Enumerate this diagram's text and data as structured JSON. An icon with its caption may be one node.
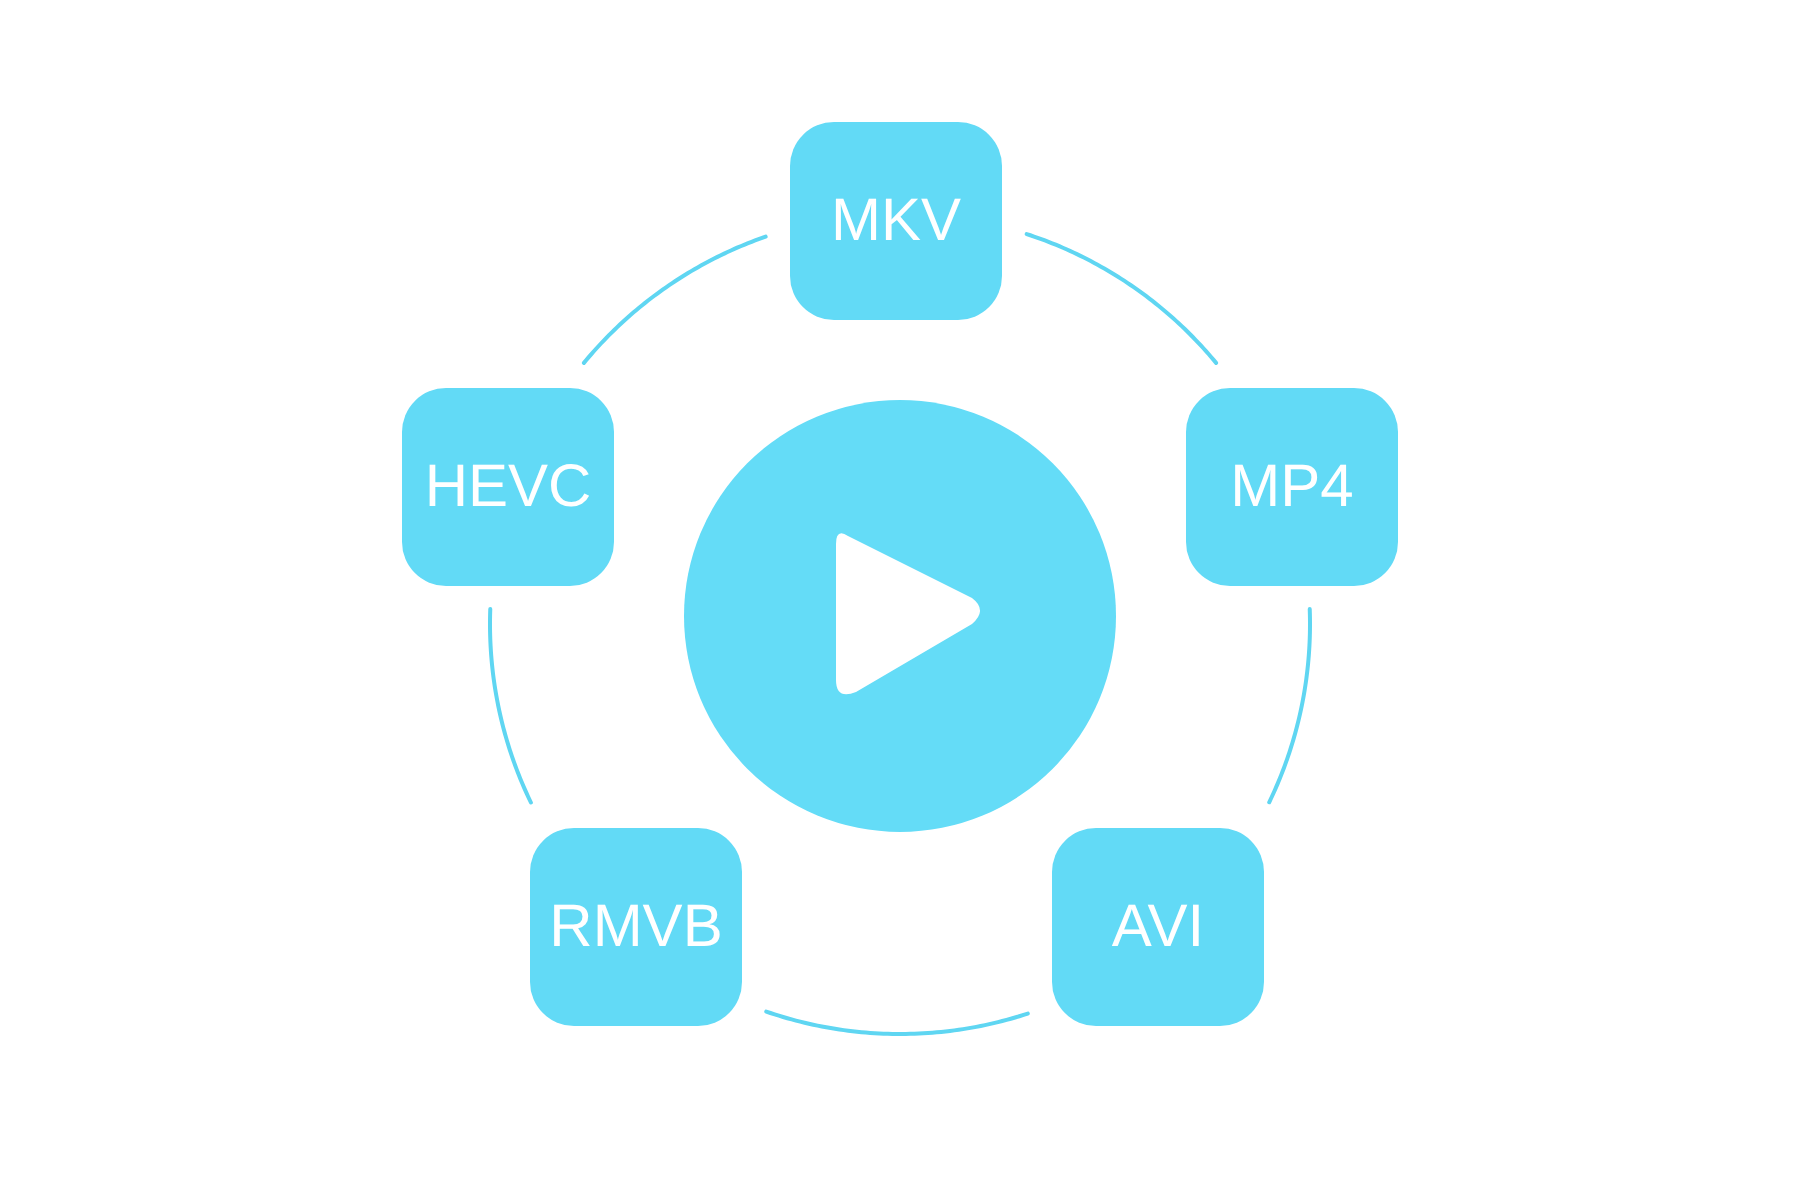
{
  "diagram": {
    "nodes": [
      {
        "text": [
          "MKV"
        ]
      },
      {
        "text": [
          "HEVC"
        ]
      },
      {
        "text": [
          "MP4"
        ]
      },
      {
        "text": [
          "RMVB"
        ]
      },
      {
        "text": [
          "AVI"
        ]
      }
    ],
    "edges": [
      {
        "from": 0,
        "to": 2,
        "arrow": "none"
      },
      {
        "from": 2,
        "to": 4,
        "arrow": "none"
      },
      {
        "from": 4,
        "to": 3,
        "arrow": "none"
      },
      {
        "from": 3,
        "to": 1,
        "arrow": "none"
      },
      {
        "from": 1,
        "to": 0,
        "arrow": "none"
      }
    ]
  }
}
